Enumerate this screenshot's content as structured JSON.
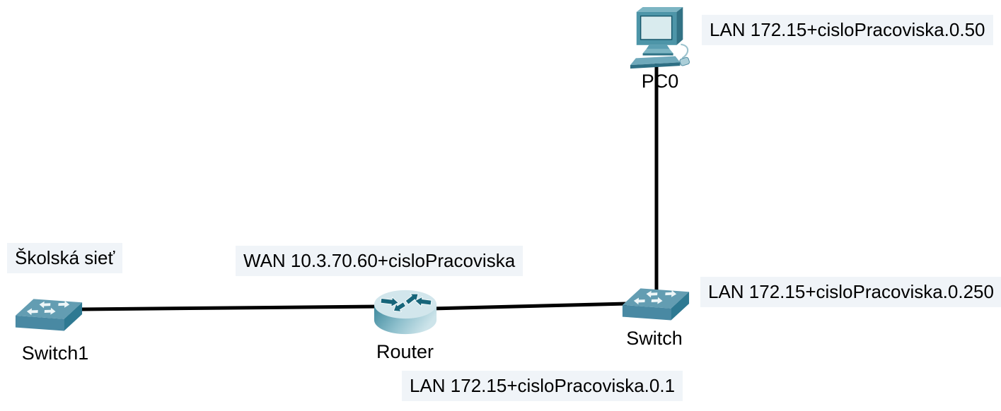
{
  "app": {
    "description": "Network topology diagram (Packet Tracer style workspace)"
  },
  "devices": {
    "pc0": {
      "name": "PC0",
      "type": "pc"
    },
    "router": {
      "name": "Router",
      "type": "router"
    },
    "switch_right": {
      "name": "Switch",
      "type": "switch"
    },
    "switch_left": {
      "name": "Switch1",
      "type": "switch"
    }
  },
  "notes": {
    "pc_lan": {
      "text": "LAN 172.15+cisloPracoviska.0.50"
    },
    "switch_lan": {
      "text": "LAN 172.15+cisloPracoviska.0.250"
    },
    "router_lan": {
      "text": "LAN 172.15+cisloPracoviska.0.1"
    },
    "wan": {
      "text": "WAN 10.3.70.60+cisloPracoviska"
    },
    "school_network": {
      "text": "Školská sieť"
    }
  },
  "links": [
    {
      "from": "Switch1",
      "to": "Router",
      "type": "ethernet"
    },
    {
      "from": "Router",
      "to": "Switch",
      "type": "ethernet"
    },
    {
      "from": "PC0",
      "to": "Switch",
      "type": "ethernet"
    }
  ],
  "colors": {
    "note_background": "#f0f4f8",
    "cable": "#000000",
    "device_teal": "#4d95a8",
    "device_teal_dark": "#2f7386",
    "device_teal_light": "#d8eaee",
    "text": "#000000",
    "canvas_background": "#ffffff"
  }
}
